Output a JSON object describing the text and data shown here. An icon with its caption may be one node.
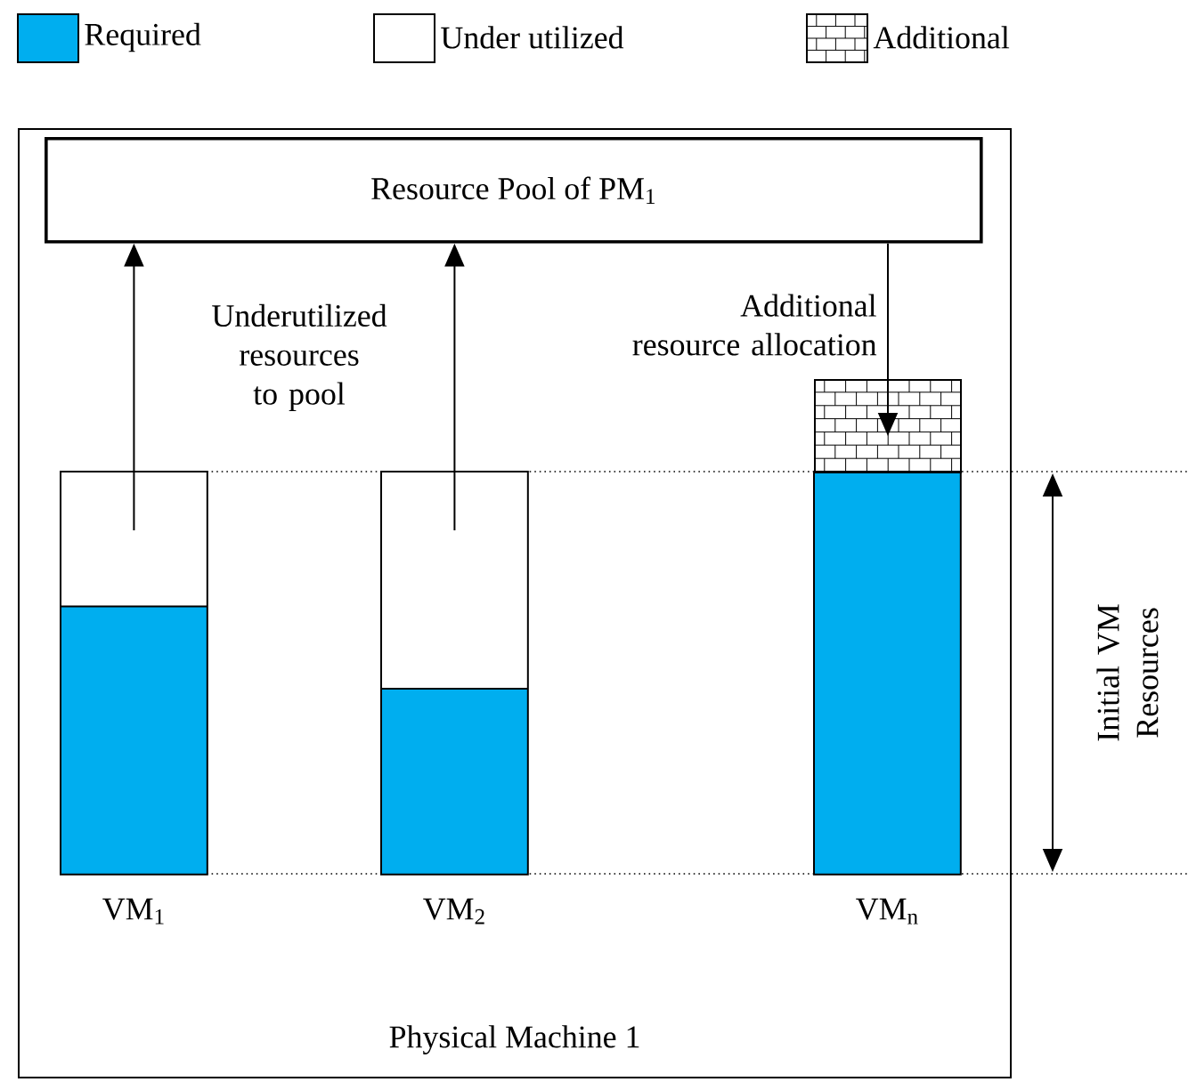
{
  "diagram": {
    "nodes": [
      {
        "text": [
          "Physical Machine 1"
        ]
      },
      {
        "text": [
          "Resource Pool of PM$_{1}$"
        ],
        "in": 0
      },
      {
        "text": [],
        "shape": "bar",
        "in": 0,
        "beside": [
          "VM$_{1}$"
        ]
      },
      {
        "text": [],
        "shape": "bar",
        "in": 0,
        "beside": [
          "VM$_{2}$"
        ]
      },
      {
        "text": [],
        "shape": "bar",
        "in": 0,
        "beside": [
          "VM$_{n}$"
        ]
      },
      {
        "text": [],
        "shape": "box",
        "in": 0
      }
    ],
    "edges": [
      {
        "from": 2,
        "to": 1,
        "arrow": "to"
      },
      {
        "from": 3,
        "to": 1,
        "arrow": "to"
      },
      {
        "from": 1,
        "to": 5,
        "arrow": "to",
        "label": "Additional resource allocation"
      }
    ],
    "labels": [
      "Underutilized resources to pool",
      "Initial VM Resources"
    ],
    "legend": [
      {
        "text": "Required",
        "color": "#00aeef"
      },
      {
        "text": "Under utilized"
      },
      {
        "text": "Additional"
      }
    ]
  }
}
